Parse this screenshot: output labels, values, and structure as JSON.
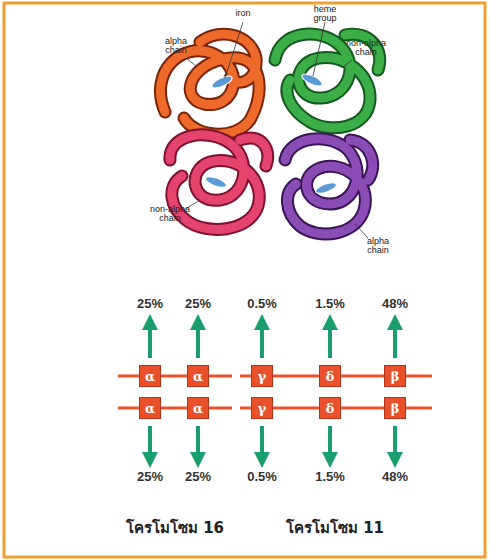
{
  "diagram": {
    "nodes": [
      {
        "text": [
          "α"
        ]
      },
      {
        "text": [
          "α"
        ]
      },
      {
        "text": [
          "γ"
        ]
      },
      {
        "text": [
          "δ"
        ]
      },
      {
        "text": [
          "β"
        ]
      },
      {
        "text": [
          "α"
        ]
      },
      {
        "text": [
          "α"
        ]
      },
      {
        "text": [
          "γ"
        ]
      },
      {
        "text": [
          "δ"
        ]
      },
      {
        "text": [
          "β"
        ]
      }
    ],
    "labels": [
      "iron",
      "heme group",
      "alpha chain",
      "non-alpha chain",
      "non-alpha chain",
      "alpha chain",
      "25%",
      "25%",
      "0.5%",
      "1.5%",
      "48%",
      "25%",
      "25%",
      "0.5%",
      "1.5%",
      "48%",
      "โครโมโซม 16",
      "โครโมโซม 11"
    ]
  }
}
